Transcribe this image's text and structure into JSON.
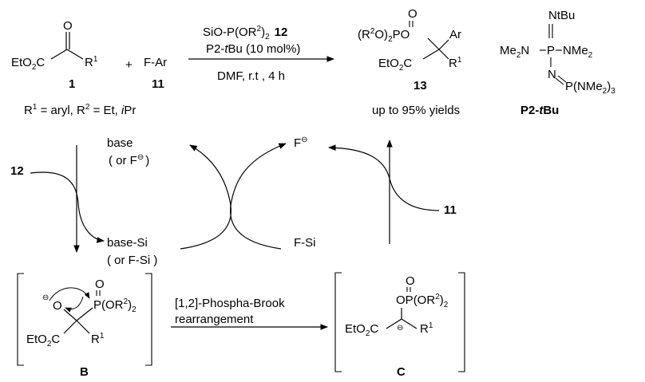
{
  "reaction": {
    "reactant1": {
      "ester": "EtO",
      "ester_sub": "2",
      "ester_c": "C",
      "r": "R",
      "r_sup": "1",
      "label": "1"
    },
    "plus": "+",
    "reactant2": {
      "formula": "F-Ar",
      "label": "11"
    },
    "conditions": {
      "reagent_a": "SiO-P(OR",
      "reagent_sup": "2",
      "reagent_b": ")",
      "reagent_sub": "2",
      "reagent_num": "12",
      "catalyst_a": "P2-",
      "catalyst_i": "t",
      "catalyst_b": "Bu (10 mol%)",
      "solvent": "DMF, r.t , 4 h"
    },
    "product": {
      "phos_a": "(R",
      "phos_sup": "2",
      "phos_b": "O)",
      "phos_sub": "2",
      "phos_c": "PO",
      "o_top": "O",
      "ar": "Ar",
      "ester": "EtO",
      "ester_sub": "2",
      "ester_c": "C",
      "r": "R",
      "r_sup": "1",
      "label": "13",
      "yield": "up to 95% yields"
    },
    "substituents": {
      "a": "R",
      "a_sup": "1",
      "b": " = aryl, R",
      "b_sup": "2",
      "c": " = Et, ",
      "d": "i",
      "e": "Pr"
    },
    "base": {
      "top": "NtBu",
      "me2n_a": "Me",
      "me2n_sub": "2",
      "me2n_b": "N",
      "p": "P",
      "nme2_a": "NMe",
      "nme2_sub": "2",
      "n": "N",
      "pnme_a": "P(NMe",
      "pnme_sub": "2",
      "pnme_b": ")",
      "pnme_sub2": "3",
      "label_a": "P2-",
      "label_i": "t",
      "label_b": "Bu"
    }
  },
  "cycle": {
    "reagent_12": "12",
    "base_a": "base",
    "base_b": "( or F",
    "base_b2": ")",
    "minus": "⊖",
    "base_si_a": "base-Si",
    "base_si_b": "( or F-Si )",
    "f_minus": "F",
    "f_si": "F-Si",
    "reagent_11": "11"
  },
  "intermediates": {
    "B": {
      "o": "O",
      "p": "P",
      "or_a": "(OR",
      "or_sup": "2",
      "or_b": ")",
      "or_sub": "2",
      "o_top": "O",
      "ester": "EtO",
      "ester_sub": "2",
      "ester_c": "C",
      "r": "R",
      "r_sup": "1",
      "label": "B"
    },
    "arrow_a": "[1,2]-Phospha-Brook",
    "arrow_b": "rearrangement",
    "C": {
      "op_a": "OP",
      "op_b": "(OR",
      "op_sup": "2",
      "op_c": ")",
      "op_sub": "2",
      "o_top": "O",
      "ester": "EtO",
      "ester_sub": "2",
      "ester_c": "C",
      "r": "R",
      "r_sup": "1",
      "label": "C"
    }
  }
}
